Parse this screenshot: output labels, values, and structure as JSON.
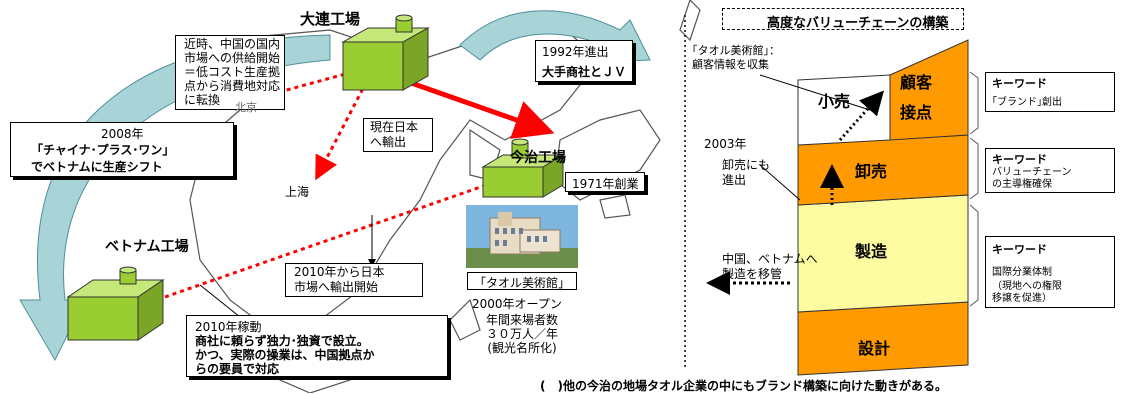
{
  "left": {
    "dalian_factory": "大連工場",
    "dalian_desc": "近時、中国の国内\n市場への供給開始\n＝低コスト生産拠\n点から消費地対応\nに転換",
    "beijing": "北京",
    "year_1992": "1992年進出",
    "jv": "大手商社とＪＶ",
    "japan_export": "現在日本\nへ輸出",
    "imabari_factory": "今治工場",
    "founded_1971": "1971年創業",
    "y2008": "2008年",
    "china_plus_one": "「チャイナ･プラス･ワン」",
    "shift_vietnam": "でベトナムに生産シフト",
    "shanghai": "上海",
    "vietnam_factory": "ベトナム工場",
    "export_2010": "2010年から日本\n市場へ輸出開始",
    "towel_museum": "「タオル美術館」",
    "open_2000": "2000年オープン",
    "visitors": "年間来場者数\n３０万人／年\n(観光名所化)",
    "op_2010": "2010年稼動",
    "independent": "商社に頼らず独力･独資で設立。\nかつ、実際の操業は、中国拠点か\nらの要員で対応"
  },
  "right": {
    "title": "高度なバリューチェーンの構築",
    "museum_note": "｢タオル美術館｣：\n顧客情報を収集",
    "retail": "小売",
    "customer_contact": "顧客\n接点",
    "wholesale": "卸売",
    "manufacturing": "製造",
    "design": "設計",
    "y2003": "2003年",
    "wholesale_entry": "卸売にも\n進出",
    "move_mfg": "中国、ベトナムへ\n製造を移管",
    "kw_label": "キーワード",
    "kw1": "｢ブランド｣創出",
    "kw2": "バリューチェーン\nの主導権確保",
    "kw3a": "国際分業体制",
    "kw3b": "（現地への権限\n移譲を促進）",
    "footer": "(　)他の今治の地場タオル企業の中にもブランド構築に向けた動きがある。"
  },
  "colors": {
    "factory_green": "#9acd32",
    "orange": "#ff9a00",
    "light_yellow": "#fdfca0",
    "arrow_red": "#ff0000",
    "sea_blue": "#a8d4d8"
  }
}
